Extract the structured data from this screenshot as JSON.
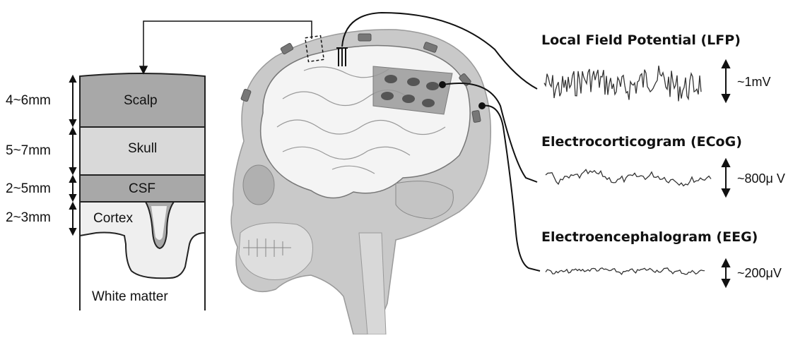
{
  "layers": [
    {
      "name": "Scalp",
      "thickness": "4~6mm",
      "color": "#a8a8a8"
    },
    {
      "name": "Skull",
      "thickness": "5~7mm",
      "color": "#d9d9d9"
    },
    {
      "name": "CSF",
      "thickness": "2~5mm",
      "color": "#a8a8a8"
    },
    {
      "name": "Cortex",
      "thickness": "2~3mm",
      "color": "#efefef"
    }
  ],
  "white_matter_label": "White matter",
  "signals": [
    {
      "title": "Local Field Potential (LFP)",
      "amplitude": "~1mV"
    },
    {
      "title": "Electrocorticogram (ECoG)",
      "amplitude": "~800μ V"
    },
    {
      "title": "Electroencephalogram (EEG)",
      "amplitude": "~200μV"
    }
  ]
}
